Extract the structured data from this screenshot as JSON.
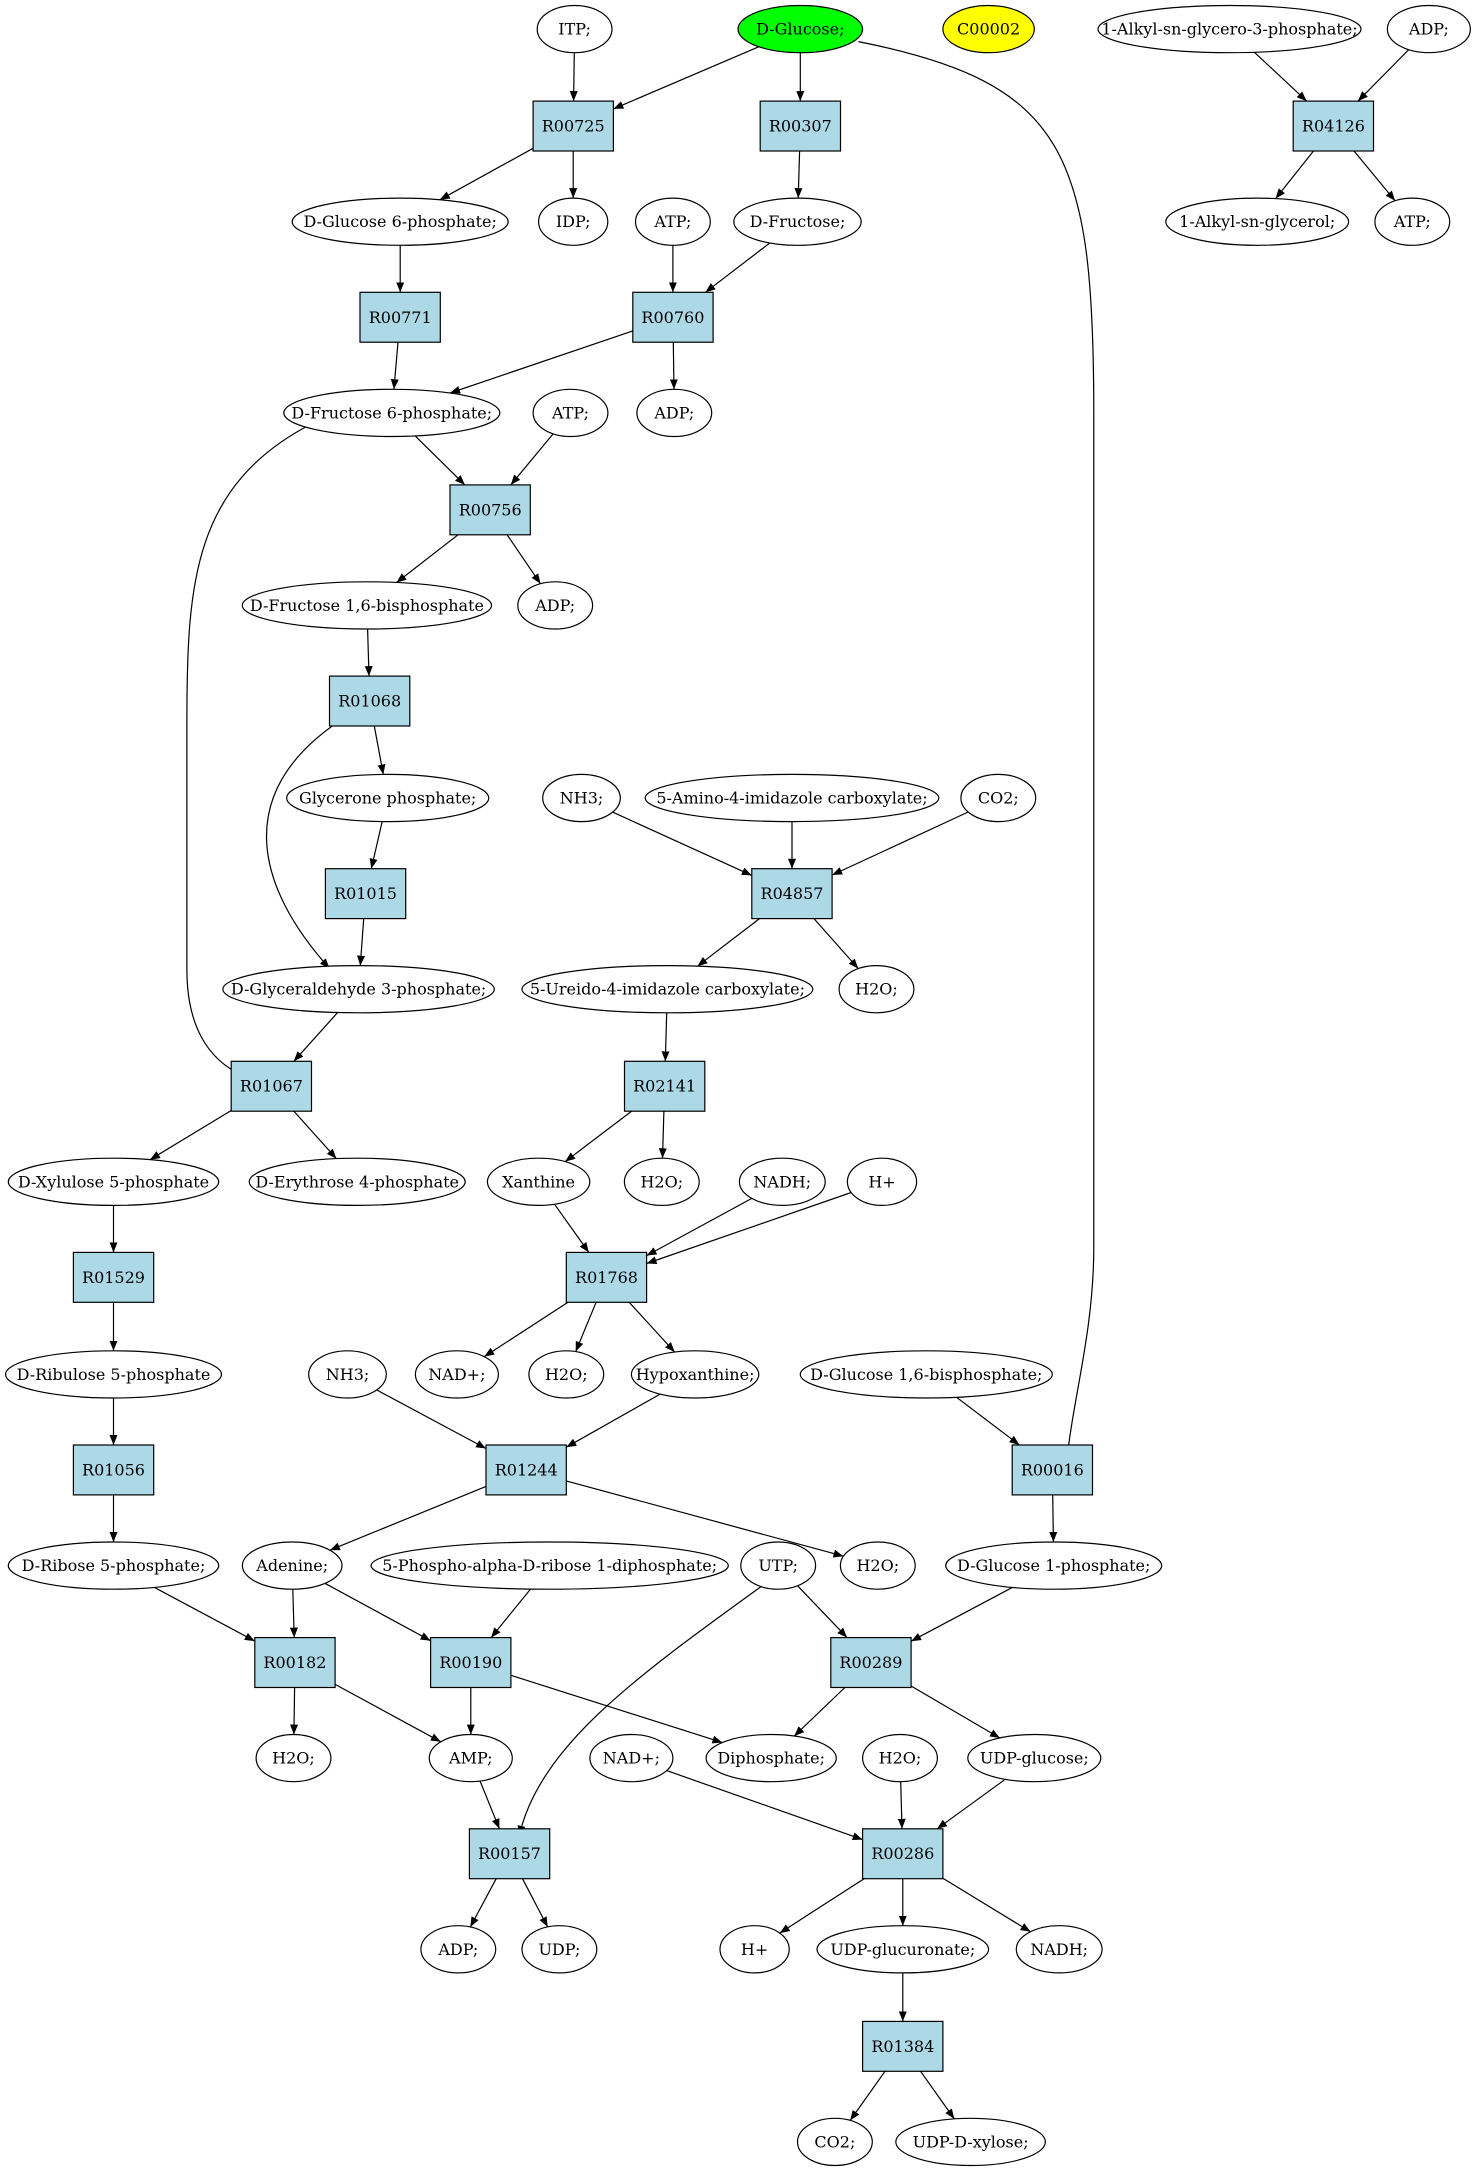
{
  "colors": {
    "reaction_fill": "#add8e6",
    "compound_fill": "#ffffff",
    "start_fill": "#00ff00",
    "highlight_fill": "#ffff00",
    "stroke": "#000000"
  },
  "nodes": [
    {
      "id": "itp1",
      "label": "ITP;",
      "kind": "compound"
    },
    {
      "id": "dglucose",
      "label": "D-Glucose;",
      "kind": "compound",
      "fill": "start"
    },
    {
      "id": "c00002",
      "label": "C00002",
      "kind": "compound",
      "fill": "highlight"
    },
    {
      "id": "alkylg3p",
      "label": "1-Alkyl-sn-glycero-3-phosphate;",
      "kind": "compound"
    },
    {
      "id": "adp1",
      "label": "ADP;",
      "kind": "compound"
    },
    {
      "id": "R00725",
      "label": "R00725",
      "kind": "reaction"
    },
    {
      "id": "R00307",
      "label": "R00307",
      "kind": "reaction"
    },
    {
      "id": "R04126",
      "label": "R04126",
      "kind": "reaction"
    },
    {
      "id": "g6p",
      "label": "D-Glucose 6-phosphate;",
      "kind": "compound"
    },
    {
      "id": "idp",
      "label": "IDP;",
      "kind": "compound"
    },
    {
      "id": "atp1",
      "label": "ATP;",
      "kind": "compound"
    },
    {
      "id": "dfructose",
      "label": "D-Fructose;",
      "kind": "compound"
    },
    {
      "id": "alkylglycerol",
      "label": "1-Alkyl-sn-glycerol;",
      "kind": "compound"
    },
    {
      "id": "atp2",
      "label": "ATP;",
      "kind": "compound"
    },
    {
      "id": "R00771",
      "label": "R00771",
      "kind": "reaction"
    },
    {
      "id": "R00760",
      "label": "R00760",
      "kind": "reaction"
    },
    {
      "id": "f6p",
      "label": "D-Fructose 6-phosphate;",
      "kind": "compound"
    },
    {
      "id": "atp3",
      "label": "ATP;",
      "kind": "compound"
    },
    {
      "id": "adp2",
      "label": "ADP;",
      "kind": "compound"
    },
    {
      "id": "R00756",
      "label": "R00756",
      "kind": "reaction"
    },
    {
      "id": "f16bp",
      "label": "D-Fructose 1,6-bisphosphate",
      "kind": "compound"
    },
    {
      "id": "adp3",
      "label": "ADP;",
      "kind": "compound"
    },
    {
      "id": "R01068",
      "label": "R01068",
      "kind": "reaction"
    },
    {
      "id": "glyceronep",
      "label": "Glycerone phosphate;",
      "kind": "compound"
    },
    {
      "id": "nh3a",
      "label": "NH3;",
      "kind": "compound"
    },
    {
      "id": "aic",
      "label": "5-Amino-4-imidazole carboxylate;",
      "kind": "compound"
    },
    {
      "id": "co2a",
      "label": "CO2;",
      "kind": "compound"
    },
    {
      "id": "R01015",
      "label": "R01015",
      "kind": "reaction"
    },
    {
      "id": "R04857",
      "label": "R04857",
      "kind": "reaction"
    },
    {
      "id": "g3p",
      "label": "D-Glyceraldehyde 3-phosphate;",
      "kind": "compound"
    },
    {
      "id": "uic",
      "label": "5-Ureido-4-imidazole carboxylate;",
      "kind": "compound"
    },
    {
      "id": "h2oa",
      "label": "H2O;",
      "kind": "compound"
    },
    {
      "id": "R01067",
      "label": "R01067",
      "kind": "reaction"
    },
    {
      "id": "R02141",
      "label": "R02141",
      "kind": "reaction"
    },
    {
      "id": "x5p",
      "label": "D-Xylulose 5-phosphate",
      "kind": "compound"
    },
    {
      "id": "e4p",
      "label": "D-Erythrose 4-phosphate",
      "kind": "compound"
    },
    {
      "id": "xanthine",
      "label": "Xanthine",
      "kind": "compound"
    },
    {
      "id": "h2ob",
      "label": "H2O;",
      "kind": "compound"
    },
    {
      "id": "nadh1",
      "label": "NADH;",
      "kind": "compound"
    },
    {
      "id": "hplus1",
      "label": "H+",
      "kind": "compound"
    },
    {
      "id": "R01529",
      "label": "R01529",
      "kind": "reaction"
    },
    {
      "id": "R01768",
      "label": "R01768",
      "kind": "reaction"
    },
    {
      "id": "ru5p",
      "label": "D-Ribulose 5-phosphate",
      "kind": "compound"
    },
    {
      "id": "nh3b",
      "label": "NH3;",
      "kind": "compound"
    },
    {
      "id": "nadplus1",
      "label": "NAD+;",
      "kind": "compound"
    },
    {
      "id": "h2oc",
      "label": "H2O;",
      "kind": "compound"
    },
    {
      "id": "hypoxanthine",
      "label": "Hypoxanthine;",
      "kind": "compound"
    },
    {
      "id": "g16bp",
      "label": "D-Glucose 1,6-bisphosphate;",
      "kind": "compound"
    },
    {
      "id": "R01056",
      "label": "R01056",
      "kind": "reaction"
    },
    {
      "id": "R01244",
      "label": "R01244",
      "kind": "reaction"
    },
    {
      "id": "R00016",
      "label": "R00016",
      "kind": "reaction"
    },
    {
      "id": "r5p",
      "label": "D-Ribose 5-phosphate;",
      "kind": "compound"
    },
    {
      "id": "adenine",
      "label": "Adenine;",
      "kind": "compound"
    },
    {
      "id": "prpp",
      "label": "5-Phospho-alpha-D-ribose 1-diphosphate;",
      "kind": "compound"
    },
    {
      "id": "utp",
      "label": "UTP;",
      "kind": "compound"
    },
    {
      "id": "h2od",
      "label": "H2O;",
      "kind": "compound"
    },
    {
      "id": "g1p",
      "label": "D-Glucose 1-phosphate;",
      "kind": "compound"
    },
    {
      "id": "R00182",
      "label": "R00182",
      "kind": "reaction"
    },
    {
      "id": "R00190",
      "label": "R00190",
      "kind": "reaction"
    },
    {
      "id": "R00289",
      "label": "R00289",
      "kind": "reaction"
    },
    {
      "id": "h2oe",
      "label": "H2O;",
      "kind": "compound"
    },
    {
      "id": "amp",
      "label": "AMP;",
      "kind": "compound"
    },
    {
      "id": "nadplus2",
      "label": "NAD+;",
      "kind": "compound"
    },
    {
      "id": "diphosphate",
      "label": "Diphosphate;",
      "kind": "compound"
    },
    {
      "id": "h2of",
      "label": "H2O;",
      "kind": "compound"
    },
    {
      "id": "udpglucose",
      "label": "UDP-glucose;",
      "kind": "compound"
    },
    {
      "id": "R00157",
      "label": "R00157",
      "kind": "reaction"
    },
    {
      "id": "R00286",
      "label": "R00286",
      "kind": "reaction"
    },
    {
      "id": "adp4",
      "label": "ADP;",
      "kind": "compound"
    },
    {
      "id": "udp",
      "label": "UDP;",
      "kind": "compound"
    },
    {
      "id": "hplus2",
      "label": "H+",
      "kind": "compound"
    },
    {
      "id": "udpglucuronate",
      "label": "UDP-glucuronate;",
      "kind": "compound"
    },
    {
      "id": "nadh2",
      "label": "NADH;",
      "kind": "compound"
    },
    {
      "id": "R01384",
      "label": "R01384",
      "kind": "reaction"
    },
    {
      "id": "co2b",
      "label": "CO2;",
      "kind": "compound"
    },
    {
      "id": "udpxylose",
      "label": "UDP-D-xylose;",
      "kind": "compound"
    }
  ],
  "edges": [
    {
      "from": "itp1",
      "to": "R00725"
    },
    {
      "from": "dglucose",
      "to": "R00725"
    },
    {
      "from": "dglucose",
      "to": "R00307"
    },
    {
      "from": "dglucose",
      "to": "R00016"
    },
    {
      "from": "alkylg3p",
      "to": "R04126"
    },
    {
      "from": "adp1",
      "to": "R04126"
    },
    {
      "from": "R00725",
      "to": "g6p"
    },
    {
      "from": "R00725",
      "to": "idp"
    },
    {
      "from": "R00307",
      "to": "dfructose"
    },
    {
      "from": "R04126",
      "to": "alkylglycerol"
    },
    {
      "from": "R04126",
      "to": "atp2"
    },
    {
      "from": "g6p",
      "to": "R00771"
    },
    {
      "from": "atp1",
      "to": "R00760"
    },
    {
      "from": "dfructose",
      "to": "R00760"
    },
    {
      "from": "R00771",
      "to": "f6p"
    },
    {
      "from": "R00760",
      "to": "f6p"
    },
    {
      "from": "R00760",
      "to": "adp2"
    },
    {
      "from": "f6p",
      "to": "R00756"
    },
    {
      "from": "atp3",
      "to": "R00756"
    },
    {
      "from": "f6p",
      "to": "R01067"
    },
    {
      "from": "R00756",
      "to": "f16bp"
    },
    {
      "from": "R00756",
      "to": "adp3"
    },
    {
      "from": "f16bp",
      "to": "R01068"
    },
    {
      "from": "R01068",
      "to": "glyceronep"
    },
    {
      "from": "R01068",
      "to": "g3p"
    },
    {
      "from": "glyceronep",
      "to": "R01015"
    },
    {
      "from": "R01015",
      "to": "g3p"
    },
    {
      "from": "nh3a",
      "to": "R04857"
    },
    {
      "from": "aic",
      "to": "R04857"
    },
    {
      "from": "co2a",
      "to": "R04857"
    },
    {
      "from": "R04857",
      "to": "uic"
    },
    {
      "from": "R04857",
      "to": "h2oa"
    },
    {
      "from": "g3p",
      "to": "R01067"
    },
    {
      "from": "uic",
      "to": "R02141"
    },
    {
      "from": "R01067",
      "to": "x5p"
    },
    {
      "from": "R01067",
      "to": "e4p"
    },
    {
      "from": "R02141",
      "to": "xanthine"
    },
    {
      "from": "R02141",
      "to": "h2ob"
    },
    {
      "from": "x5p",
      "to": "R01529"
    },
    {
      "from": "xanthine",
      "to": "R01768"
    },
    {
      "from": "nadh1",
      "to": "R01768"
    },
    {
      "from": "hplus1",
      "to": "R01768"
    },
    {
      "from": "R01529",
      "to": "ru5p"
    },
    {
      "from": "R01768",
      "to": "nadplus1"
    },
    {
      "from": "R01768",
      "to": "h2oc"
    },
    {
      "from": "R01768",
      "to": "hypoxanthine"
    },
    {
      "from": "ru5p",
      "to": "R01056"
    },
    {
      "from": "nh3b",
      "to": "R01244"
    },
    {
      "from": "hypoxanthine",
      "to": "R01244"
    },
    {
      "from": "g16bp",
      "to": "R00016"
    },
    {
      "from": "R01056",
      "to": "r5p"
    },
    {
      "from": "R01244",
      "to": "adenine"
    },
    {
      "from": "R01244",
      "to": "h2od"
    },
    {
      "from": "R00016",
      "to": "g1p"
    },
    {
      "from": "r5p",
      "to": "R00182"
    },
    {
      "from": "adenine",
      "to": "R00182"
    },
    {
      "from": "adenine",
      "to": "R00190"
    },
    {
      "from": "prpp",
      "to": "R00190"
    },
    {
      "from": "utp",
      "to": "R00289"
    },
    {
      "from": "utp",
      "to": "R00157"
    },
    {
      "from": "g1p",
      "to": "R00289"
    },
    {
      "from": "R00182",
      "to": "h2oe"
    },
    {
      "from": "R00182",
      "to": "amp"
    },
    {
      "from": "R00190",
      "to": "amp"
    },
    {
      "from": "R00190",
      "to": "diphosphate"
    },
    {
      "from": "R00289",
      "to": "diphosphate"
    },
    {
      "from": "R00289",
      "to": "udpglucose"
    },
    {
      "from": "amp",
      "to": "R00157"
    },
    {
      "from": "nadplus2",
      "to": "R00286"
    },
    {
      "from": "h2of",
      "to": "R00286"
    },
    {
      "from": "udpglucose",
      "to": "R00286"
    },
    {
      "from": "R00157",
      "to": "adp4"
    },
    {
      "from": "R00157",
      "to": "udp"
    },
    {
      "from": "R00286",
      "to": "hplus2"
    },
    {
      "from": "R00286",
      "to": "udpglucuronate"
    },
    {
      "from": "R00286",
      "to": "nadh2"
    },
    {
      "from": "udpglucuronate",
      "to": "R01384"
    },
    {
      "from": "R01384",
      "to": "co2b"
    },
    {
      "from": "R01384",
      "to": "udpxylose"
    }
  ]
}
